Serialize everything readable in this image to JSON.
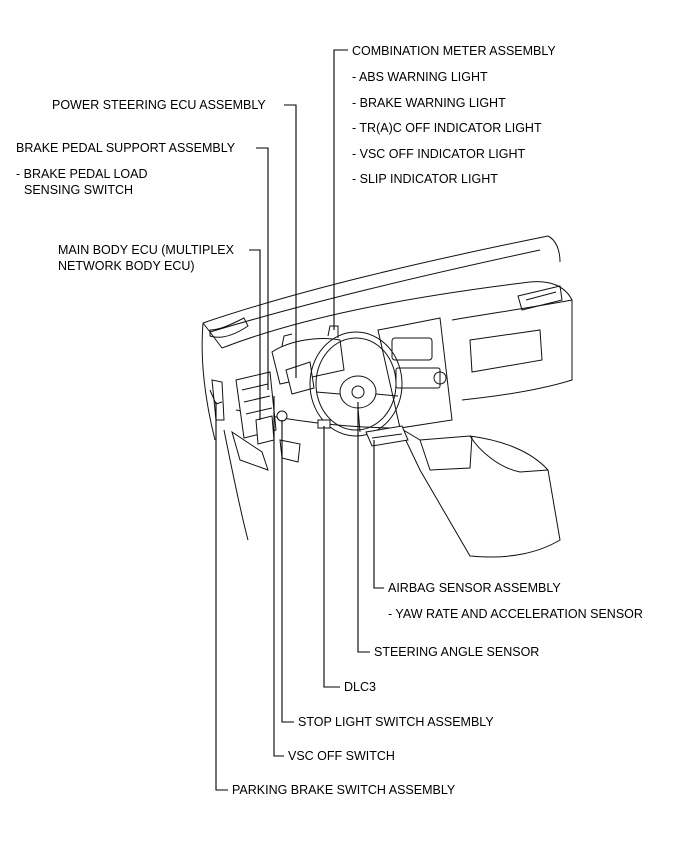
{
  "labels": {
    "combination_meter": "COMBINATION METER ASSEMBLY",
    "abs_warning": "- ABS WARNING LIGHT",
    "brake_warning": "- BRAKE WARNING LIGHT",
    "trac_off": "- TR(A)C OFF INDICATOR LIGHT",
    "vsc_off_indicator": "- VSC OFF INDICATOR LIGHT",
    "slip_indicator": "- SLIP INDICATOR LIGHT",
    "power_steering_ecu": "POWER STEERING ECU ASSEMBLY",
    "brake_pedal_support": "BRAKE PEDAL SUPPORT ASSEMBLY",
    "brake_pedal_load_1": "- BRAKE PEDAL LOAD",
    "brake_pedal_load_2": "SENSING SWITCH",
    "main_body_ecu_1": "MAIN BODY ECU (MULTIPLEX",
    "main_body_ecu_2": "NETWORK BODY ECU)",
    "airbag_sensor": "AIRBAG SENSOR ASSEMBLY",
    "yaw_rate": "- YAW RATE AND ACCELERATION SENSOR",
    "steering_angle": "STEERING ANGLE SENSOR",
    "dlc3": "DLC3",
    "stop_light_switch": "STOP LIGHT SWITCH ASSEMBLY",
    "vsc_off_switch": "VSC OFF SWITCH",
    "parking_brake_switch": "PARKING BRAKE SWITCH ASSEMBLY"
  }
}
